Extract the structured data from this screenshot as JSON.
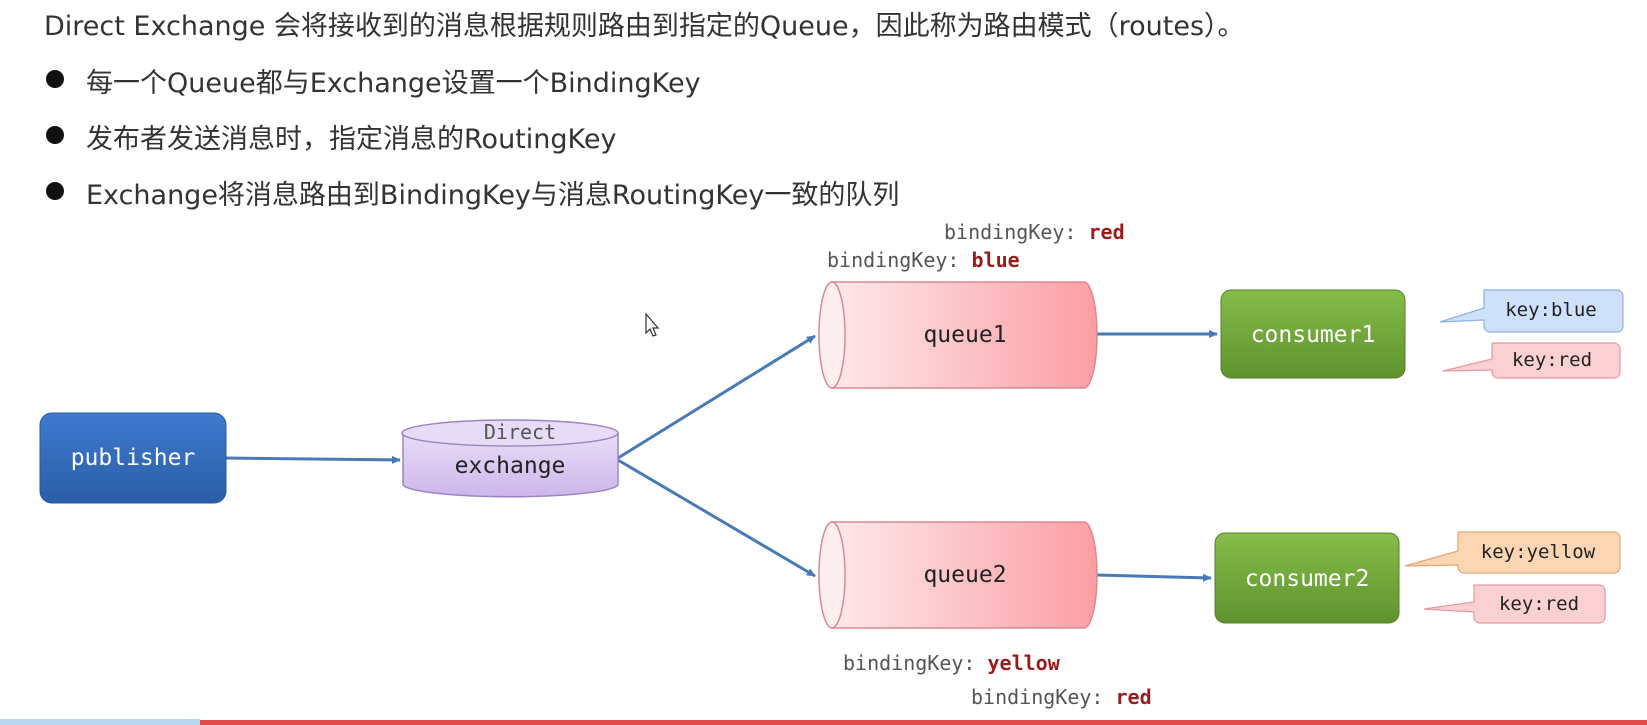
{
  "text": {
    "intro": "Direct Exchange 会将接收到的消息根据规则路由到指定的Queue，因此称为路由模式（routes）。",
    "bullets": [
      "每一个Queue都与Exchange设置一个BindingKey",
      "发布者发送消息时，指定消息的RoutingKey",
      "Exchange将消息路由到BindingKey与消息RoutingKey一致的队列"
    ]
  },
  "diagram": {
    "publisher": "publisher",
    "exchange_type": "Direct",
    "exchange": "exchange",
    "queue1": "queue1",
    "queue2": "queue2",
    "consumer1": "consumer1",
    "consumer2": "consumer2",
    "binding_prefix": "bindingKey: ",
    "queue1_bindings": [
      "red",
      "blue"
    ],
    "queue2_bindings": [
      "yellow",
      "red"
    ],
    "consumer1_keys": [
      "key:blue",
      "key:red"
    ],
    "consumer2_keys": [
      "key:yellow",
      "key:red"
    ]
  },
  "colors": {
    "publisher": "#2e67b1",
    "exchange": "#d8c6ef",
    "queue": "#fca7ad",
    "consumer": "#6fa53a",
    "arrow": "#4a79b8",
    "binding_value": "#9b1b1b",
    "callout_blue": "#cfe0fb",
    "callout_red": "#fbd0d3",
    "callout_orange": "#fcd6b3"
  }
}
